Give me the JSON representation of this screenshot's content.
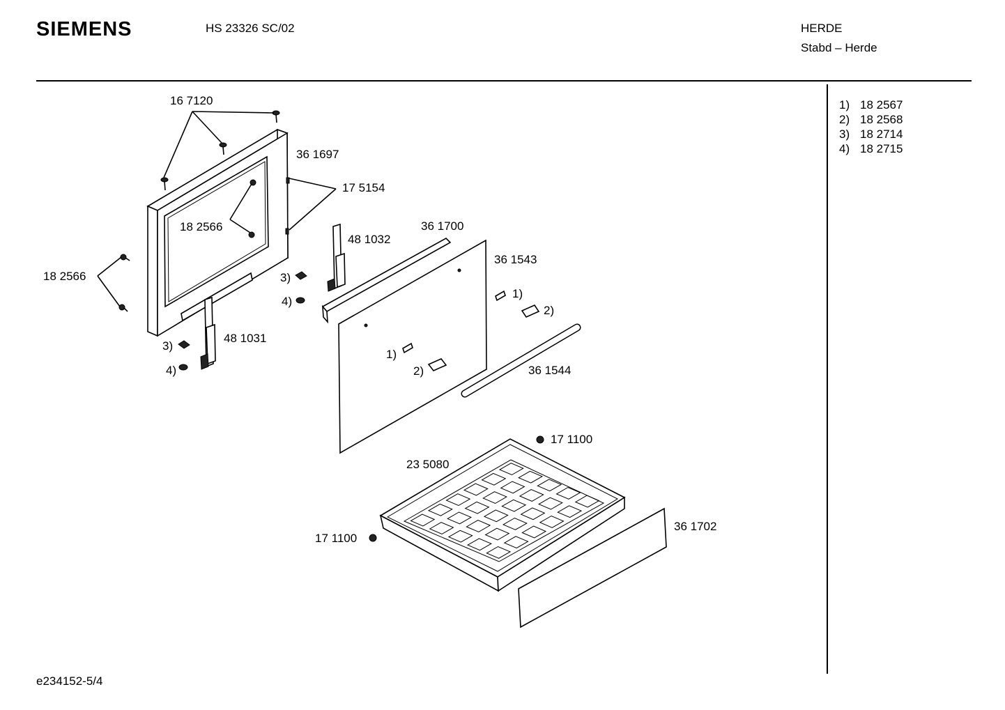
{
  "header": {
    "brand": "SIEMENS",
    "model": "HS 23326 SC/02",
    "category": "HERDE",
    "subcategory": "Stabd – Herde"
  },
  "legend": [
    {
      "key": "1)",
      "value": "18 2567"
    },
    {
      "key": "2)",
      "value": "18 2568"
    },
    {
      "key": "3)",
      "value": "18 2714"
    },
    {
      "key": "4)",
      "value": "18 2715"
    }
  ],
  "parts": {
    "screw_top": "16 7120",
    "door_frame": "36 1697",
    "clip": "17 5154",
    "screw_inner": "18 2566",
    "screw_left": "18 2566",
    "hinge_right": "48 1032",
    "trim_strip": "36 1700",
    "glass_panel": "36 1543",
    "hinge_left": "48 1031",
    "handle_rod": "36 1544",
    "tray_nut_right": "17 1100",
    "tray": "23 5080",
    "tray_nut_left": "17 1100",
    "tray_front": "36 1702"
  },
  "callouts": {
    "c3": "3)",
    "c4": "4)",
    "c1": "1)",
    "c2": "2)"
  },
  "footer": "e234152-5/4"
}
